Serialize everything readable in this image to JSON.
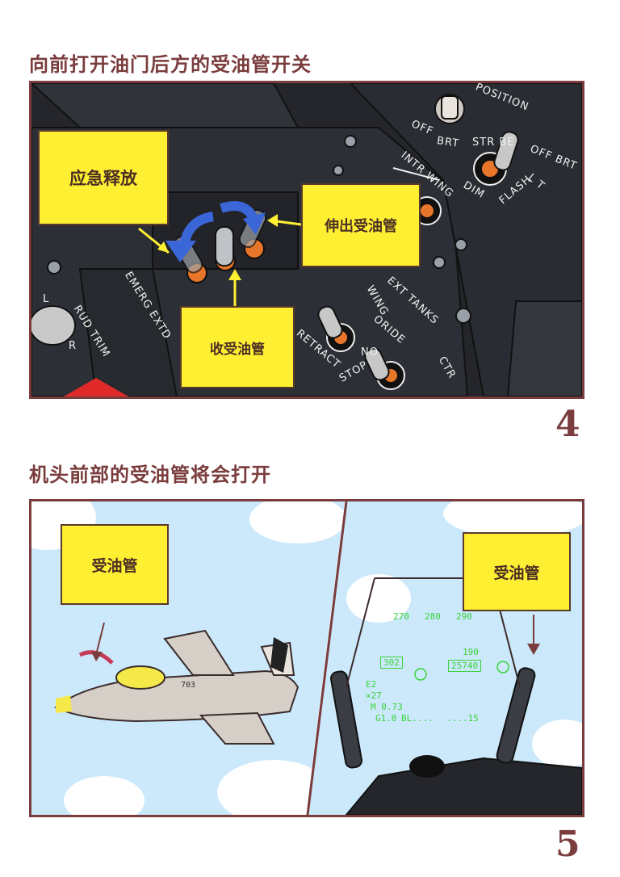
{
  "section1": {
    "heading": "向前打开油门后方的受油管开关",
    "page_number": "4",
    "callouts": {
      "emergency": "应急释放",
      "extend": "伸出受油管",
      "retract": "收受油管"
    },
    "panel_labels": {
      "position": "POSITION",
      "off": "OFF",
      "brt": "BRT",
      "strobe": "STR BE",
      "intr_wing": "INTR WING",
      "dim": "DIM",
      "flash": "FLASH",
      "off_brt": "OFF BRT",
      "lt": "L T",
      "emerg_extd": "EMERG EXTD",
      "rud_trim": "RUD TRIM",
      "l": "L",
      "r": "R",
      "ext_tanks": "EXT TANKS",
      "wing": "WING",
      "oride": "ORIDE",
      "retract": "RETRACT",
      "stop": "STOP",
      "no": "NO",
      "ctr": "CTR"
    }
  },
  "section2": {
    "heading": "机头前部的受油管将会打开",
    "page_number": "5",
    "left_callout": "受油管",
    "right_callout": "受油管",
    "aircraft_number": "703",
    "hud": {
      "heading_ticks": [
        "270",
        "280",
        "290"
      ],
      "airspeed": "302",
      "altitude": "25740",
      "vertical": "190",
      "e2": "E2",
      "alpha": "∝27",
      "mach": "M 0.73",
      "g": "G1.0",
      "bl": "BL....",
      "pitch": "....15"
    }
  },
  "colors": {
    "border": "#7a3c3c",
    "callout": "#ffef33",
    "cockpit_dark": "#24262b",
    "sky": "#cbe9fb",
    "hud_green": "#3bd23b",
    "knob_orange": "#e8762a",
    "arrow_blue": "#3a66d8"
  }
}
